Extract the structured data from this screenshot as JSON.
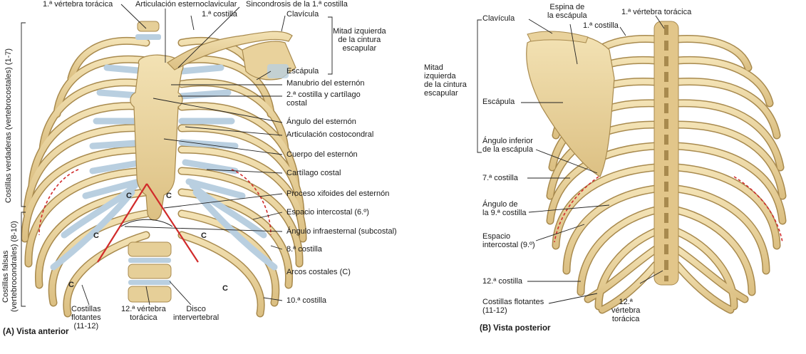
{
  "anterior": {
    "caption": "(A) Vista anterior",
    "labels": {
      "vert1": "1.ª vértebra torácica",
      "art_ec": "Articulación esternoclavicular",
      "sinc": "Sincondrosis de la 1.ª costilla",
      "cost1": "1.ª costilla",
      "clav": "Clavícula",
      "mitad": "Mitad izquierda\nde la cintura\nescapular",
      "escap": "Escápula",
      "manub": "Manubrio del esternón",
      "cost2": "2.ª costilla y cartílago\ncostal",
      "angulo": "Ángulo del esternón",
      "costocond": "Articulación costocondral",
      "cuerpo": "Cuerpo del esternón",
      "cartilago": "Cartílago costal",
      "xifoides": "Proceso xifoides del esternón",
      "espacio": "Espacio intercostal (6.º)",
      "infraest": "Ángulo infraesternal (subcostal)",
      "cost8": "8.ª costilla",
      "arcos": "Arcos costales (C)",
      "cost10": "10.ª costilla",
      "flot": "Costillas\nflotantes\n(11-12)",
      "vert12": "12.ª vértebra\ntorácica",
      "disco": "Disco\nintervertebral"
    },
    "side_true": "Costillas verdaderas (vertebrocostales) (1-7)",
    "side_false_1": "Costillas falsas",
    "side_false_2": "(vertebrocondrales) (8-10)",
    "arch_letter": "C"
  },
  "posterior": {
    "caption": "(B) Vista posterior",
    "labels": {
      "clav": "Clavícula",
      "espina": "Espina de\nla escápula",
      "vert1": "1.ª vértebra torácica",
      "cost1": "1.ª costilla",
      "mitad": "Mitad\nizquierda\nde la cintura\nescapular",
      "escap": "Escápula",
      "ang_inf": "Ángulo inferior\nde la escápula",
      "cost7": "7.ª costilla",
      "ang9": "Ángulo de\nla 9.ª costilla",
      "espacio": "Espacio\nintercostal (9.º)",
      "cost12": "12.ª costilla",
      "flot": "Costillas flotantes\n(11-12)",
      "vert12": "12.ª\nvértebra\ntorácica"
    }
  },
  "colors": {
    "bone": "#e9d29c",
    "bone_edge": "#a88a4e",
    "cartilage": "#b9cfe0",
    "red_line": "#d12b2b"
  }
}
